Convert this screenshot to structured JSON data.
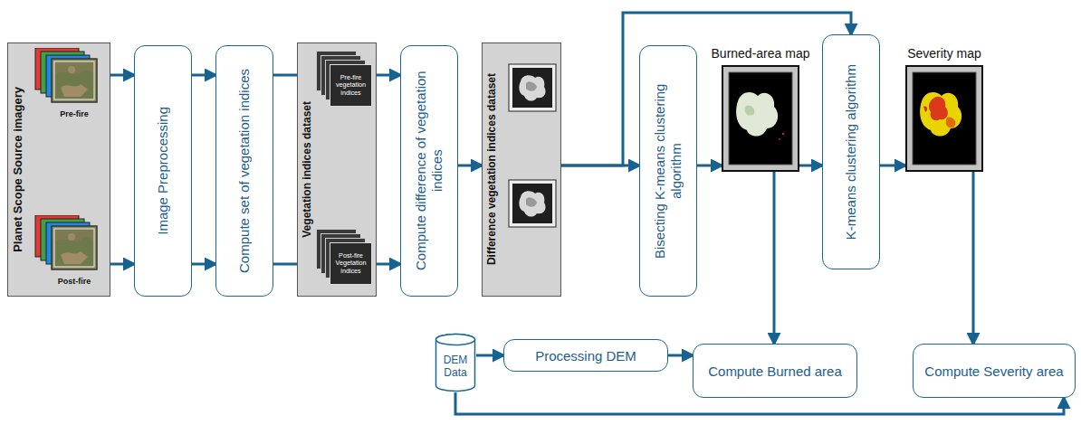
{
  "diagram": {
    "nodes": [
      {
        "text": [
          "Planet Scope Source imagery"
        ]
      },
      {
        "text": [
          "Pre-fire"
        ],
        "in": 0
      },
      {
        "text": [
          "Post-fire"
        ],
        "in": 0
      },
      {
        "text": [
          "Image Preprocessing"
        ]
      },
      {
        "text": [
          "Compute set of vegetation indices"
        ]
      },
      {
        "text": [
          "Vegetation indices dataset"
        ]
      },
      {
        "text": [
          "Pre-fire vegetation indices"
        ],
        "in": 5
      },
      {
        "text": [
          "Post-fire Vegetation indices"
        ],
        "in": 5
      },
      {
        "text": [
          "Compute difference of vegetation indices"
        ]
      },
      {
        "text": [
          "Difference vegetation indices dataset"
        ]
      },
      {
        "text": [
          "Bisecting K-means clustering algorithm"
        ]
      },
      {
        "text": [
          "Burned-area map"
        ]
      },
      {
        "text": [
          "K-means clustering algorithm"
        ]
      },
      {
        "text": [
          "Severity map"
        ]
      },
      {
        "text": [
          "DEM Data"
        ]
      },
      {
        "text": [
          "Processing DEM"
        ]
      },
      {
        "text": [
          "Compute Burned area"
        ]
      },
      {
        "text": [
          "Compute Severity area"
        ]
      }
    ],
    "edges": [
      {
        "from": 1,
        "to": 3,
        "arrow": "to"
      },
      {
        "from": 2,
        "to": 3,
        "arrow": "to"
      },
      {
        "from": 3,
        "to": 4,
        "arrow": "to"
      },
      {
        "from": 3,
        "to": 4,
        "arrow": "to"
      },
      {
        "from": 4,
        "to": 6,
        "arrow": "to"
      },
      {
        "from": 4,
        "to": 7,
        "arrow": "to"
      },
      {
        "from": 6,
        "to": 8,
        "arrow": "to"
      },
      {
        "from": 7,
        "to": 8,
        "arrow": "to"
      },
      {
        "from": 8,
        "to": 9,
        "arrow": "to"
      },
      {
        "from": 9,
        "to": 10,
        "arrow": "to"
      },
      {
        "from": 9,
        "to": 12,
        "arrow": "to"
      },
      {
        "from": 10,
        "to": 11,
        "arrow": "to"
      },
      {
        "from": 11,
        "to": 12,
        "arrow": "to"
      },
      {
        "from": 12,
        "to": 13,
        "arrow": "to"
      },
      {
        "from": 11,
        "to": 16,
        "arrow": "to"
      },
      {
        "from": 13,
        "to": 17,
        "arrow": "to"
      },
      {
        "from": 14,
        "to": 15,
        "arrow": "to"
      },
      {
        "from": 15,
        "to": 16,
        "arrow": "to"
      },
      {
        "from": 14,
        "to": 17,
        "arrow": "to"
      }
    ]
  }
}
